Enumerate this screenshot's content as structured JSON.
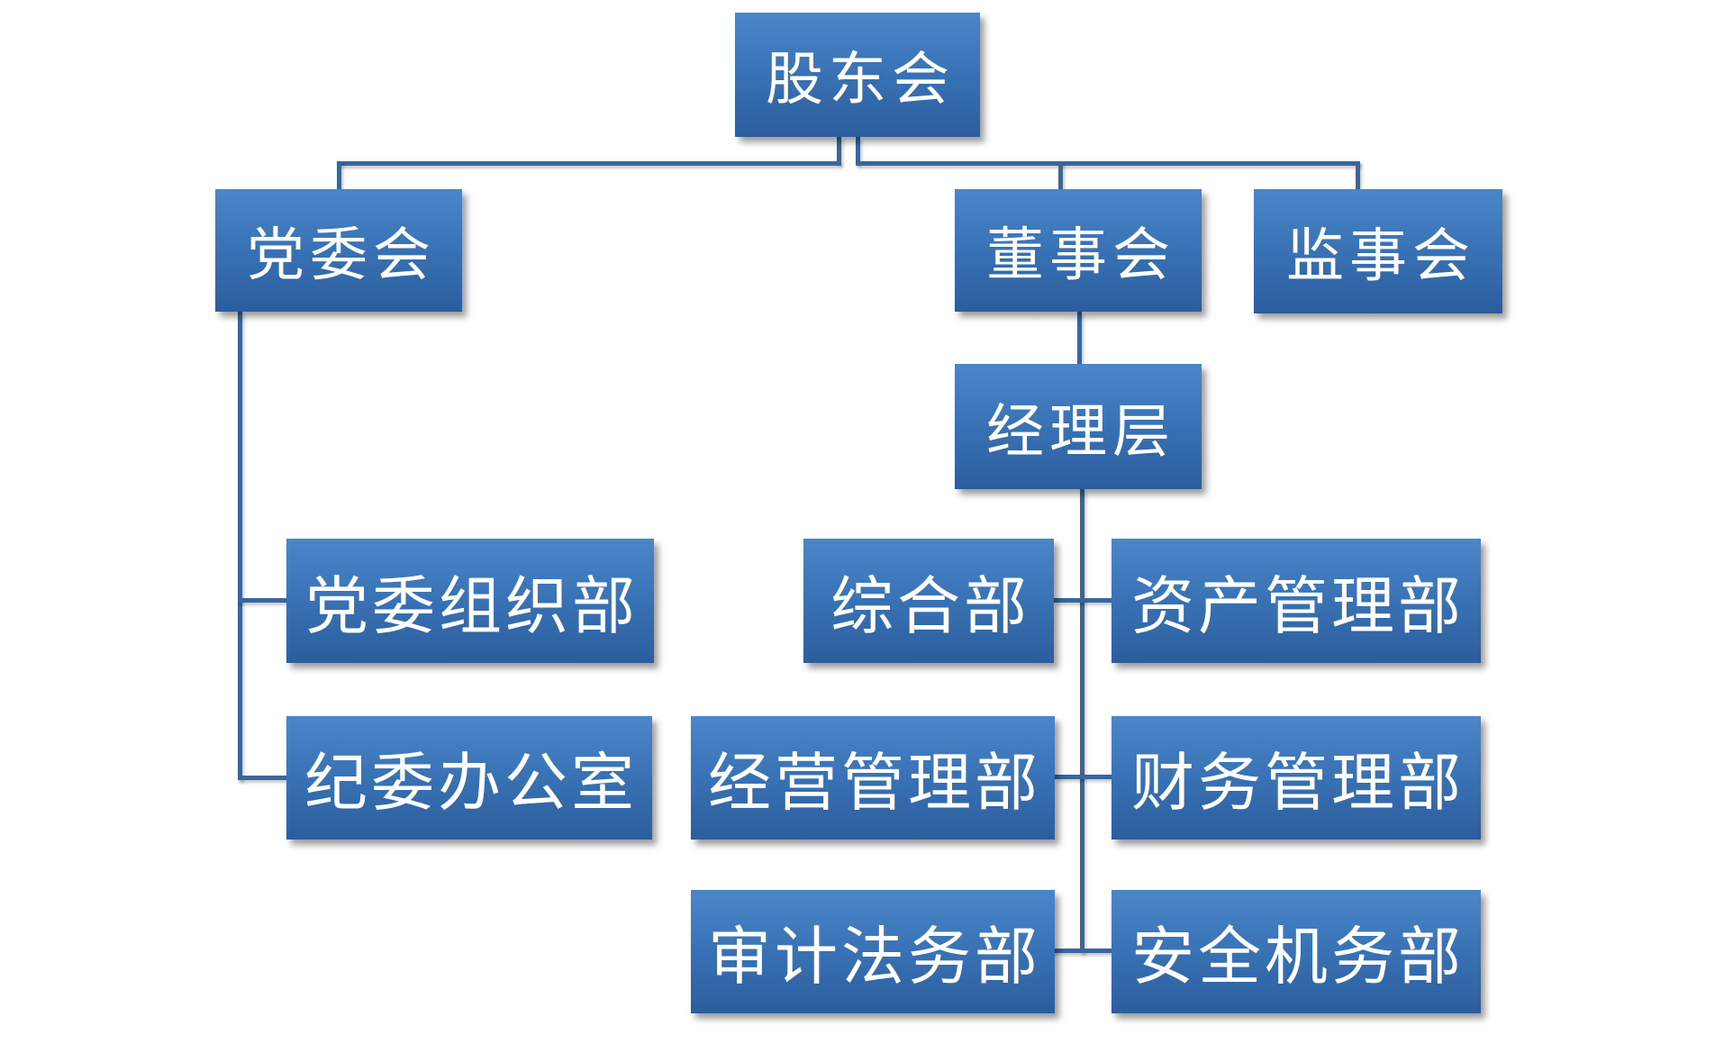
{
  "diagram": {
    "type": "org-chart",
    "background_color": "#ffffff",
    "node_fill_top": "#4a86c8",
    "node_fill_bottom": "#2b5d9d",
    "node_text_color": "#ffffff",
    "connector_color": "#38669e",
    "nodes": [
      {
        "id": "shareholders-meeting",
        "label": "股东会",
        "level": 1,
        "parent": null
      },
      {
        "id": "party-committee",
        "label": "党委会",
        "level": 2,
        "parent": "股东会"
      },
      {
        "id": "board-of-directors",
        "label": "董事会",
        "level": 2,
        "parent": "股东会"
      },
      {
        "id": "supervisory-board",
        "label": "监事会",
        "level": 2,
        "parent": "股东会"
      },
      {
        "id": "management-level",
        "label": "经理层",
        "level": 3,
        "parent": "董事会"
      },
      {
        "id": "party-organization-dept",
        "label": "党委组织部",
        "level": 4,
        "parent": "党委会"
      },
      {
        "id": "general-affairs-dept",
        "label": "综合部",
        "level": 4,
        "parent": "经理层"
      },
      {
        "id": "asset-management-dept",
        "label": "资产管理部",
        "level": 4,
        "parent": "经理层"
      },
      {
        "id": "discipline-inspection-office",
        "label": "纪委办公室",
        "level": 4,
        "parent": "党委会"
      },
      {
        "id": "operation-management-dept",
        "label": "经营管理部",
        "level": 4,
        "parent": "经理层"
      },
      {
        "id": "financial-management-dept",
        "label": "财务管理部",
        "level": 4,
        "parent": "经理层"
      },
      {
        "id": "audit-legal-dept",
        "label": "审计法务部",
        "level": 4,
        "parent": "经理层"
      },
      {
        "id": "safety-maintenance-dept",
        "label": "安全机务部",
        "level": 4,
        "parent": "经理层"
      }
    ]
  }
}
